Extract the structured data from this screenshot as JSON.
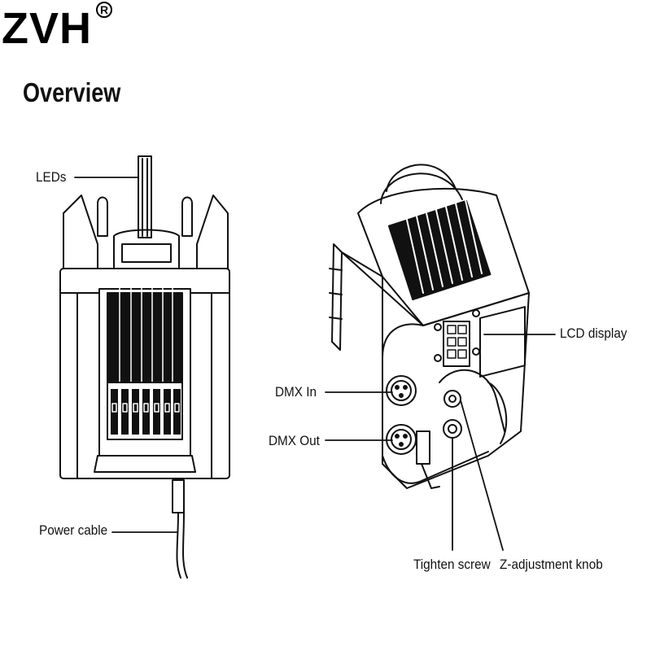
{
  "brand": {
    "name": "ZVH",
    "mark": "R"
  },
  "title": "Overview",
  "labels": {
    "leds": "LEDs",
    "power_cable": "Power cable",
    "lcd_display": "LCD display",
    "dmx_in": "DMX In",
    "dmx_out": "DMX Out",
    "tighten_screw": "Tighten screw",
    "z_knob": "Z-adjustment knob"
  }
}
